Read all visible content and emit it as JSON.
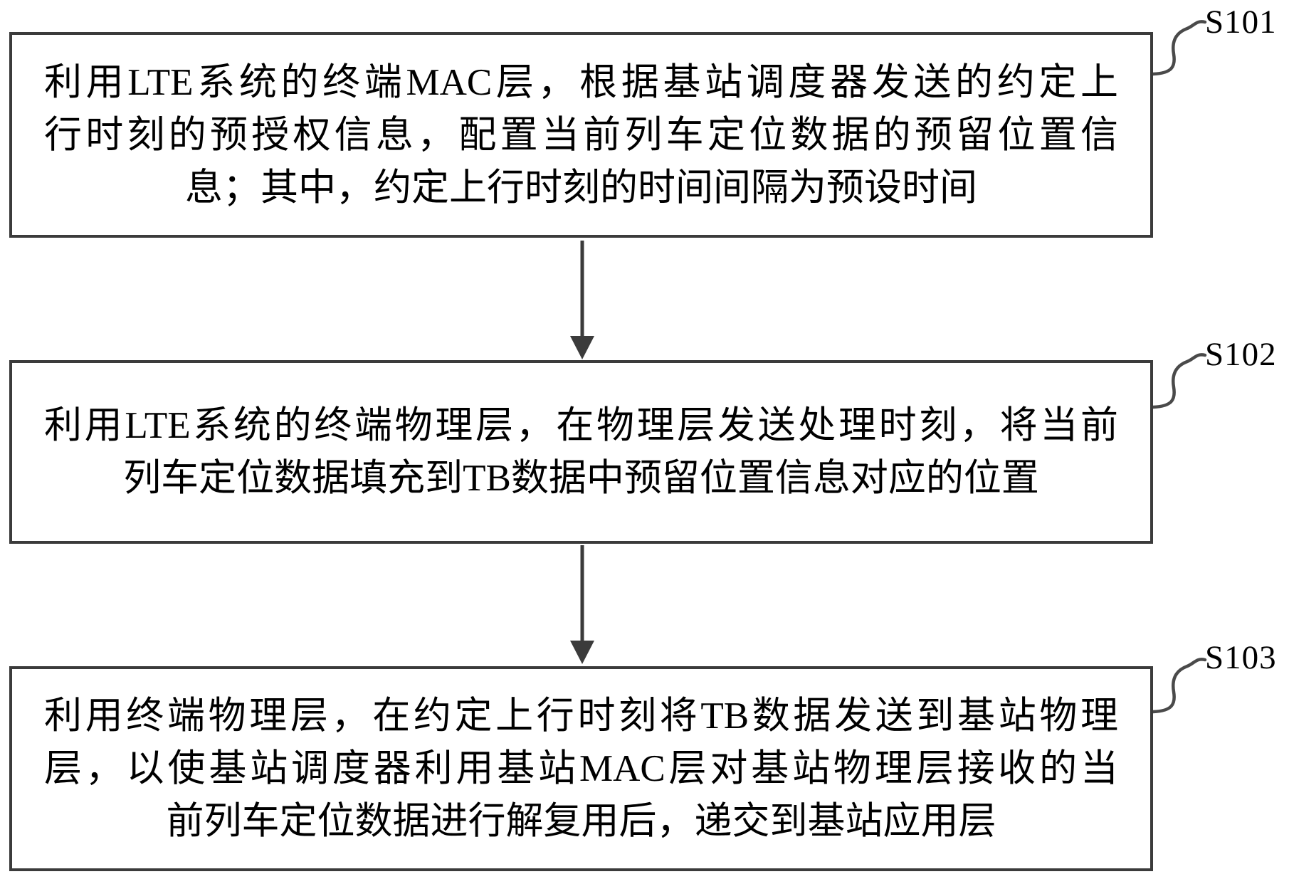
{
  "figure": {
    "background_color": "#ffffff",
    "line_color": "#3b3b3b",
    "text_color": "#000000"
  },
  "steps": [
    {
      "label": "S101",
      "lines": [
        "利用LTE系统的终端MAC层，根据基站调度器发送的约定上",
        "行时刻的预授权信息，配置当前列车定位数据的预留位置信",
        "息；其中，约定上行时刻的时间间隔为预设时间"
      ]
    },
    {
      "label": "S102",
      "lines": [
        "利用LTE系统的终端物理层，在物理层发送处理时刻，将当前",
        "列车定位数据填充到TB数据中预留位置信息对应的位置"
      ]
    },
    {
      "label": "S103",
      "lines": [
        "利用终端物理层，在约定上行时刻将TB数据发送到基站物理",
        "层，以使基站调度器利用基站MAC层对基站物理层接收的当",
        "前列车定位数据进行解复用后，递交到基站应用层"
      ]
    }
  ]
}
